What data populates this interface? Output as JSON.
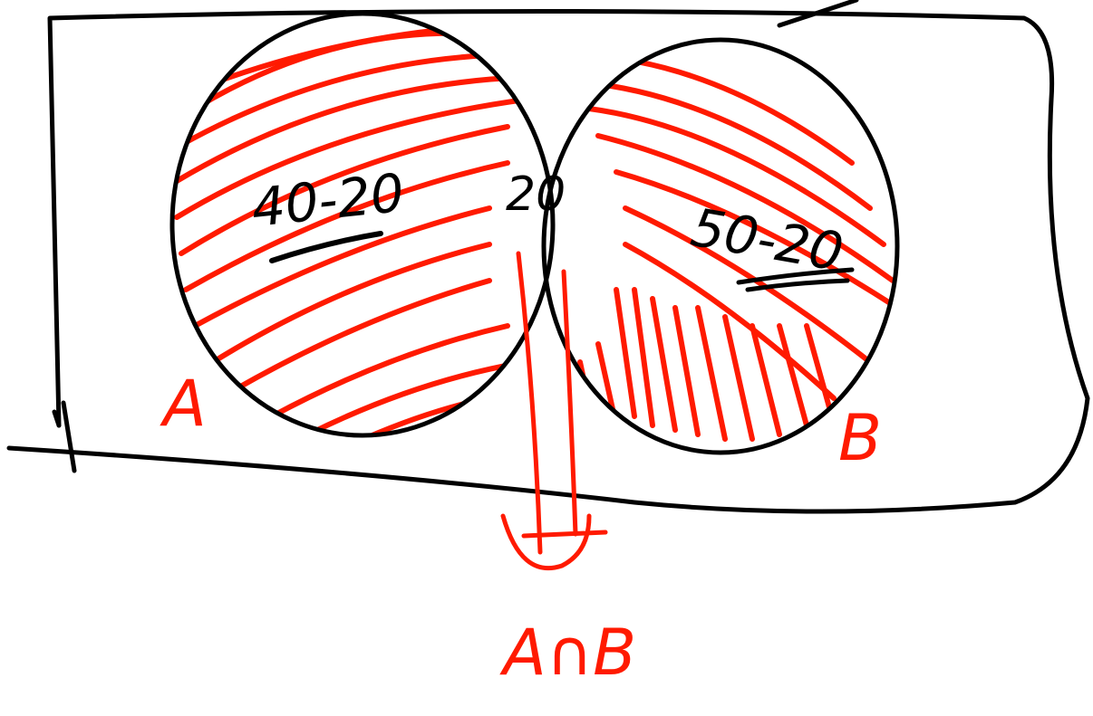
{
  "diagram": {
    "sets": [
      {
        "name": "A",
        "label": "A",
        "region_label": "40-20"
      },
      {
        "name": "B",
        "label": "B",
        "region_label": "50-20"
      }
    ],
    "intersection": {
      "value_label": "20",
      "pointer_label": "A∩B"
    },
    "colors": {
      "ink": "#000000",
      "marker": "#ff1a00",
      "background": "#ffffff"
    }
  }
}
